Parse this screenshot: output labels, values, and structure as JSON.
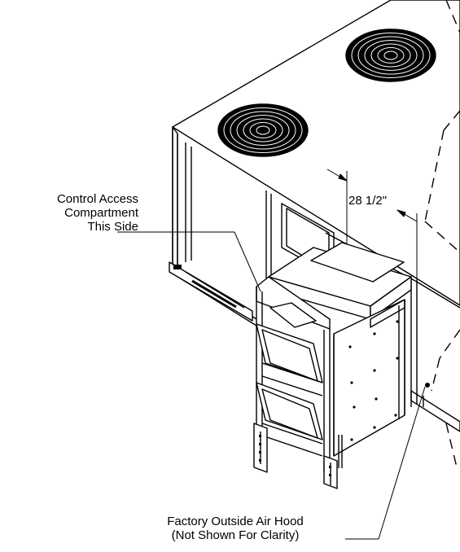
{
  "callouts": {
    "control_access": [
      "Control Access",
      "Compartment",
      "This Side"
    ],
    "outside_air_hood": [
      "Factory Outside Air Hood",
      "(Not Shown For Clarity)"
    ]
  },
  "dimension": {
    "label": "28 1/2\""
  },
  "colors": {
    "ink": "#000000",
    "paper": "#ffffff"
  }
}
